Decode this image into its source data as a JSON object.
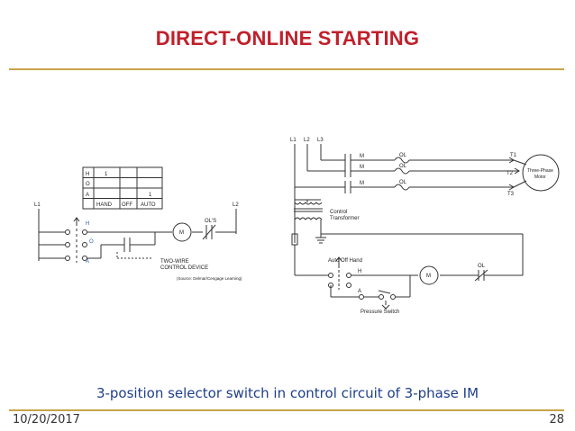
{
  "slide": {
    "title": "DIRECT-ONLINE STARTING",
    "caption": "3-position selector switch in  control circuit of 3-phase IM",
    "date": "10/20/2017",
    "page_number": "28",
    "colors": {
      "title": "#c0202b",
      "rule": "#c8a24a",
      "caption": "#1f3f8a",
      "line": "#333333"
    }
  },
  "left_diagram": {
    "truth_table": {
      "rows": [
        {
          "label": "H",
          "hand": "1",
          "off": "",
          "auto": ""
        },
        {
          "label": "O",
          "hand": "",
          "off": "",
          "auto": ""
        },
        {
          "label": "A",
          "hand": "",
          "off": "",
          "auto": "1"
        }
      ],
      "footer": [
        "HAND",
        "OFF",
        "AUTO"
      ]
    },
    "l1": "L1",
    "l2": "L2",
    "switch_positions": [
      "H",
      "O",
      "A"
    ],
    "motor_label": "M",
    "overload_label": "OL'S",
    "device_line1": "TWO-WIRE",
    "device_line2": "CONTROL DEVICE",
    "source": "(Source: Delmar/Cengage Learning)"
  },
  "right_diagram": {
    "lines": [
      "L1",
      "L2",
      "L3"
    ],
    "contact_label": "M",
    "overload_label": "OL",
    "terminals": [
      "T1",
      "T2",
      "T3"
    ],
    "motor_line1": "Three-Phase",
    "motor_line2": "Motor",
    "transformer_line1": "Control",
    "transformer_line2": "Transformer",
    "selector_label": "Auto Off Hand",
    "hand_label": "H",
    "auto_label": "A",
    "coil_label": "M",
    "ol_contact_label": "OL",
    "pressure_switch_label": "Pressure Switch"
  }
}
